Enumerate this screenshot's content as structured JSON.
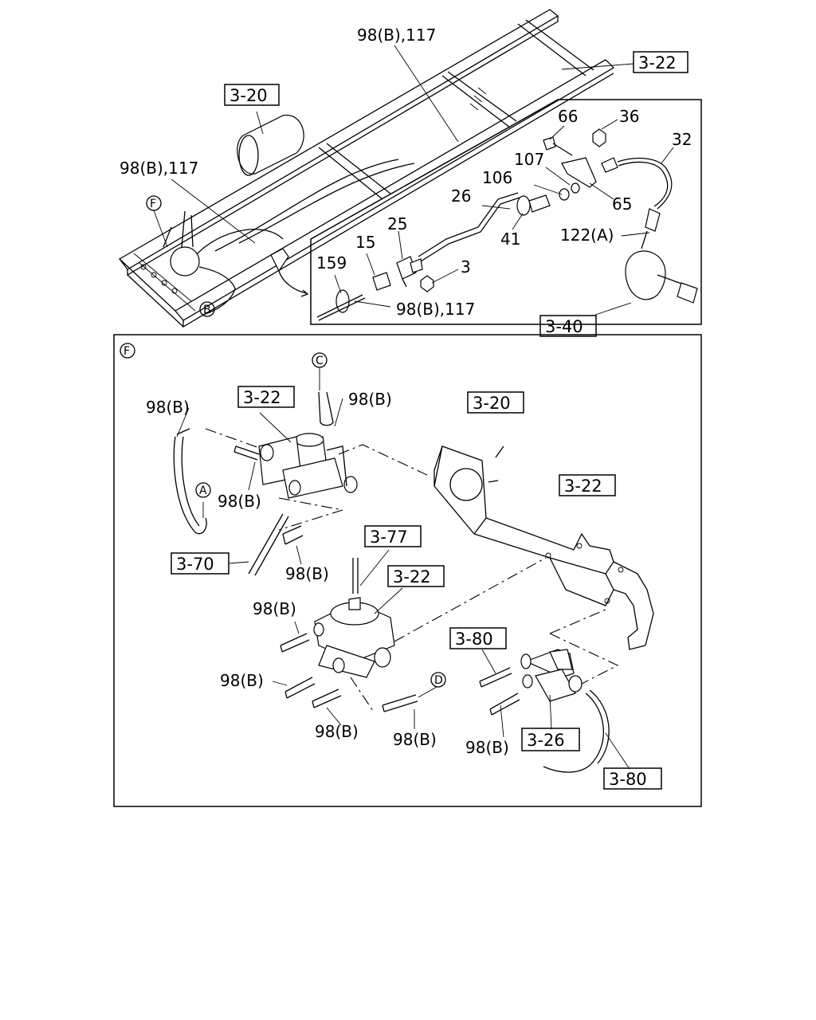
{
  "labels": {
    "top_98b_117": "98(B),117",
    "left_98b_117": "98(B),117",
    "inset_98b_117": "98(B),117",
    "p66": "66",
    "p36": "36",
    "p32": "32",
    "p107": "107",
    "p106": "106",
    "p65": "65",
    "p26": "26",
    "p122a": "122(A)",
    "p25": "25",
    "p15": "15",
    "p41": "41",
    "p159": "159",
    "p3": "3",
    "lbl_98b_1": "98(B)",
    "lbl_98b_2": "98(B)",
    "lbl_98b_3": "98(B)",
    "lbl_98b_4": "98(B)",
    "lbl_98b_5": "98(B)",
    "lbl_98b_6": "98(B)",
    "lbl_98b_7": "98(B)",
    "lbl_98b_8": "98(B)",
    "lbl_98b_9": "98(B)"
  },
  "boxes": {
    "b_3_22_top": "3-22",
    "b_3_20_top": "3-20",
    "b_3_40": "3-40",
    "b_3_22_a": "3-22",
    "b_3_20_b": "3-20",
    "b_3_22_b": "3-22",
    "b_3_70": "3-70",
    "b_3_77": "3-77",
    "b_3_22_c": "3-22",
    "b_3_80_a": "3-80",
    "b_3_26": "3-26",
    "b_3_80_b": "3-80"
  },
  "callouts": {
    "c_f_top": "F",
    "c_b_top": "B",
    "c_f_panel": "F",
    "c_c": "C",
    "c_a": "A",
    "c_d": "D"
  }
}
